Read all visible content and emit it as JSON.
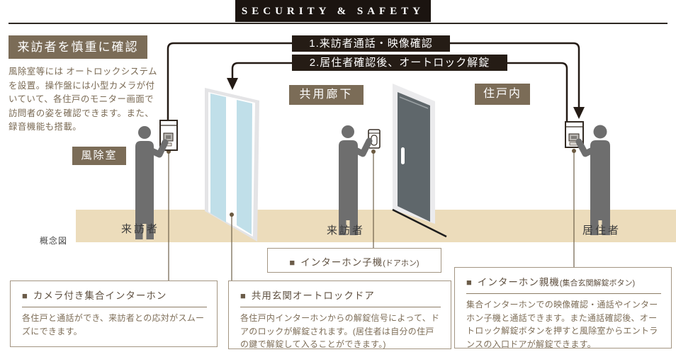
{
  "header": {
    "title": "SECURITY & SAFETY"
  },
  "intro": {
    "heading": "来訪者を慎重に確認",
    "body": "風除室等には オートロックシステムを設置。操作盤には小型カメラが付いていて、各住戸のモニター画面で訪問者の姿を確認できます。また、録音機能も搭載。"
  },
  "flow_steps": {
    "step1": "1.来訪者通話・映像確認",
    "step2": "2.居住者確認後、オートロック解錠"
  },
  "area_labels": {
    "windbreak_room": "風除室",
    "common_corridor": "共用廊下",
    "inside_unit": "住戸内"
  },
  "actor_labels": {
    "visitor_entrance": "来訪者",
    "visitor_corridor": "来訪者",
    "resident": "居住者"
  },
  "diagram_note": "概念図",
  "icons": {
    "bullet_square": "■"
  },
  "callouts": {
    "camera_intercom": {
      "title": "カメラ付き集合インターホン",
      "body": "各住戸と通話ができ、来訪者との応対がスムーズにできます。"
    },
    "doorphone": {
      "title": "インターホン子機",
      "title_sub": "(ドアホン)"
    },
    "autolock_door": {
      "title": "共用玄関オートロックドア",
      "body": "各住戸内インターホンからの解錠信号によって、ドアのロックが解錠されます。(居住者は自分の住戸の鍵で解錠して入ることができます。)"
    },
    "parent_intercom": {
      "title": "インターホン親機",
      "title_sub": "(集合玄関解錠ボタン)",
      "body": "集合インターホンでの映像確認・通話やインターホン子機と通話できます。また通話確認後、オートロック解錠ボタンを押すと風除室からエントランスの入口ドアが解錠できます。"
    }
  },
  "colors": {
    "banner_black": "#1b1410",
    "step_banner_bg": "#251c15",
    "label_brown": "#7b6c57",
    "floor_beige": "#ecdcbb",
    "glass_blue": "#c0dfe9",
    "door_slate": "#5f676b",
    "figure_gray": "#6e6e6e",
    "body_text_brown": "#7a6a54",
    "flow_line": "#241b15",
    "leader_line": "#6f6049"
  }
}
